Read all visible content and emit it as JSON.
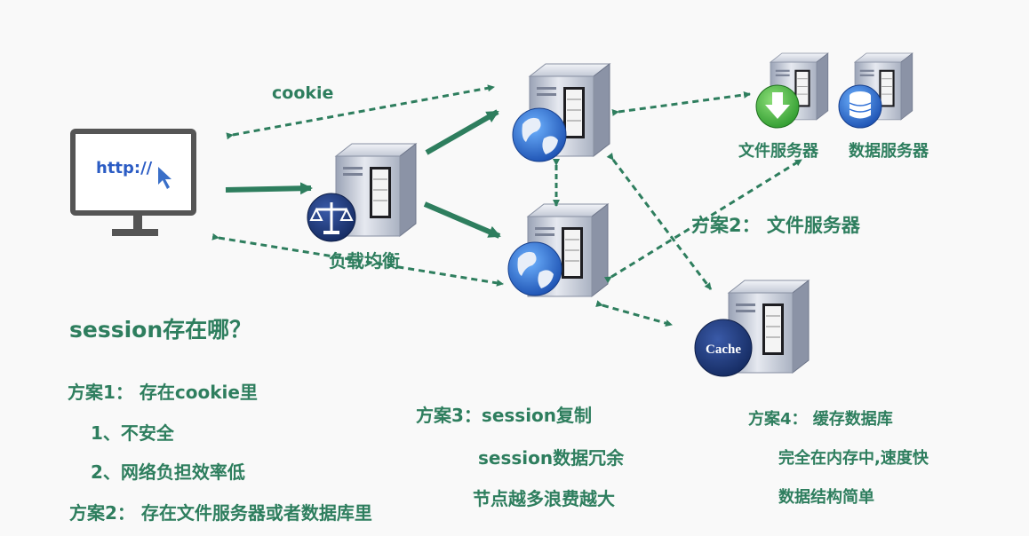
{
  "diagram": {
    "cookie_label": "cookie",
    "browser_url": "http://",
    "load_balancer_label": "负载均衡",
    "file_server_label": "文件服务器",
    "data_server_label": "数据服务器",
    "scheme2_arrow_label": "方案2： 文件服务器",
    "cache_badge": "Cache"
  },
  "notes": {
    "question": "session存在哪？",
    "scheme1_title": "方案1： 存在cookie里",
    "scheme1_point1": "1、不安全",
    "scheme1_point2": "2、网络负担效率低",
    "scheme2_title": "方案2： 存在文件服务器或者数据库里",
    "scheme3_title": "方案3：session复制",
    "scheme3_point1": "session数据冗余",
    "scheme3_point2": "节点越多浪费越大",
    "scheme4_title": "方案4： 缓存数据库",
    "scheme4_point1": "完全在内存中,速度快",
    "scheme4_point2": "数据结构简单"
  },
  "colors": {
    "accent": "#2e7e5e",
    "server_body": "#c5ccd8",
    "globe": "#2f6fd6",
    "cache": "#1e3a7a",
    "download": "#3fae3f"
  }
}
